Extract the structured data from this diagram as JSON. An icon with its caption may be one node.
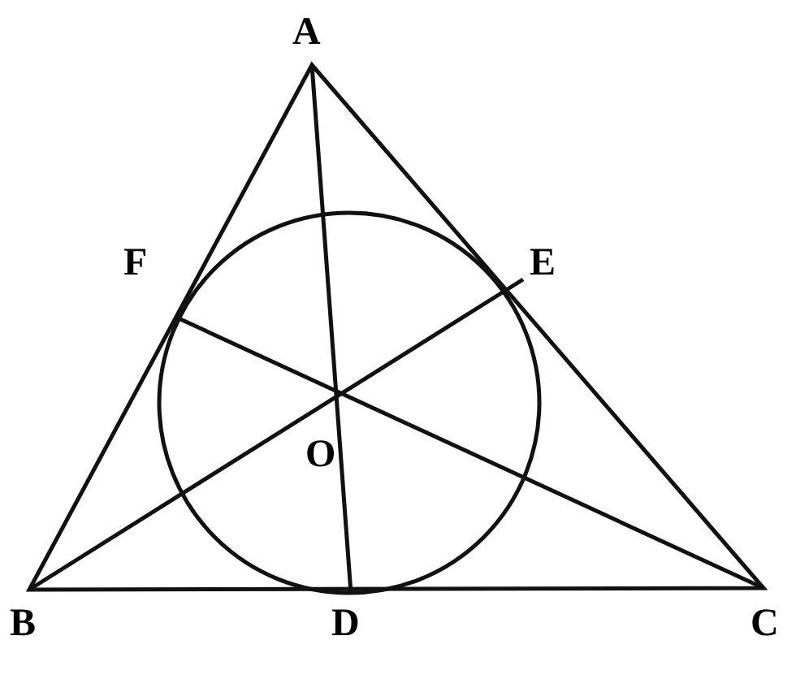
{
  "diagram": {
    "labels": [
      "A",
      "F",
      "E",
      "O",
      "B",
      "D",
      "C"
    ]
  }
}
